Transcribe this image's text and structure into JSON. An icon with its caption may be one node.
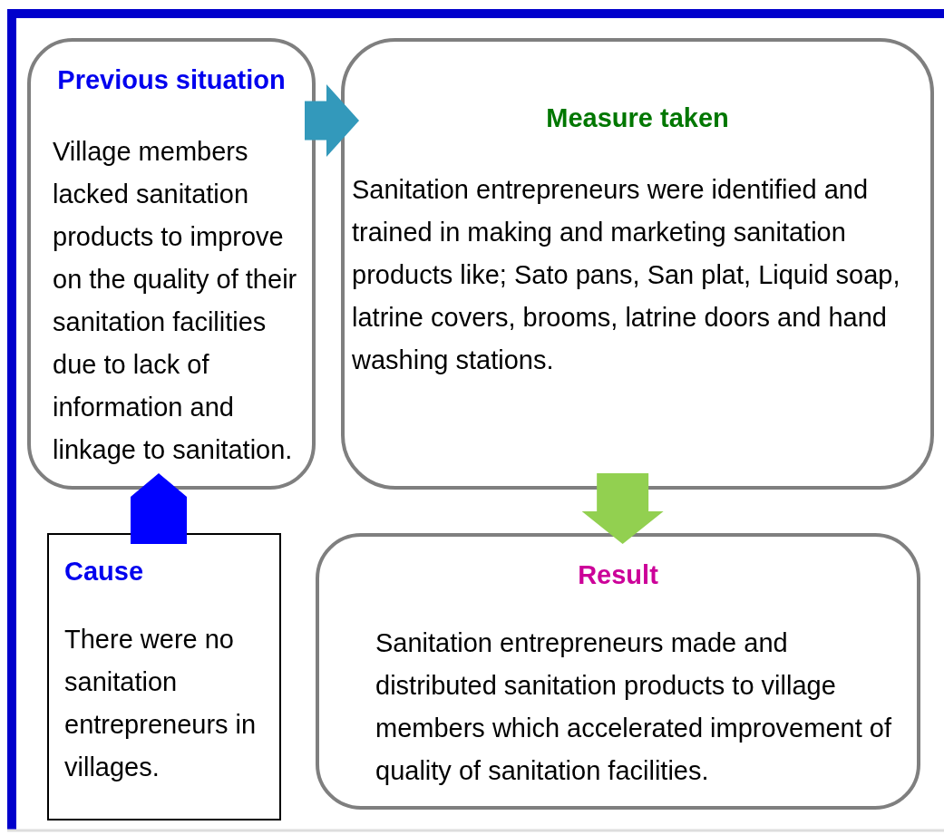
{
  "diagram": {
    "nodes": [
      {
        "text": [
          "Previous situation",
          "Village members lacked sanitation products to improve on the quality of their sanitation facilities due to lack of information and linkage to sanitation."
        ]
      },
      {
        "text": [
          "Measure taken",
          "Sanitation entrepreneurs were identified and trained in making and marketing sanitation products like; Sato pans, San plat, Liquid soap, latrine covers, brooms, latrine doors and hand washing stations."
        ]
      },
      {
        "text": [
          "Cause",
          "There were no sanitation entrepreneurs in villages."
        ]
      },
      {
        "text": [
          "Result",
          "Sanitation entrepreneurs made and distributed sanitation products to village members which accelerated improvement of quality of sanitation facilities."
        ]
      }
    ],
    "edges": [
      {
        "from": 0,
        "to": 1,
        "arrow": "to",
        "color": "#3399bb"
      },
      {
        "from": 2,
        "to": 0,
        "arrow": "to",
        "color": "#0000ff"
      },
      {
        "from": 1,
        "to": 3,
        "arrow": "to",
        "color": "#92d050"
      }
    ]
  }
}
